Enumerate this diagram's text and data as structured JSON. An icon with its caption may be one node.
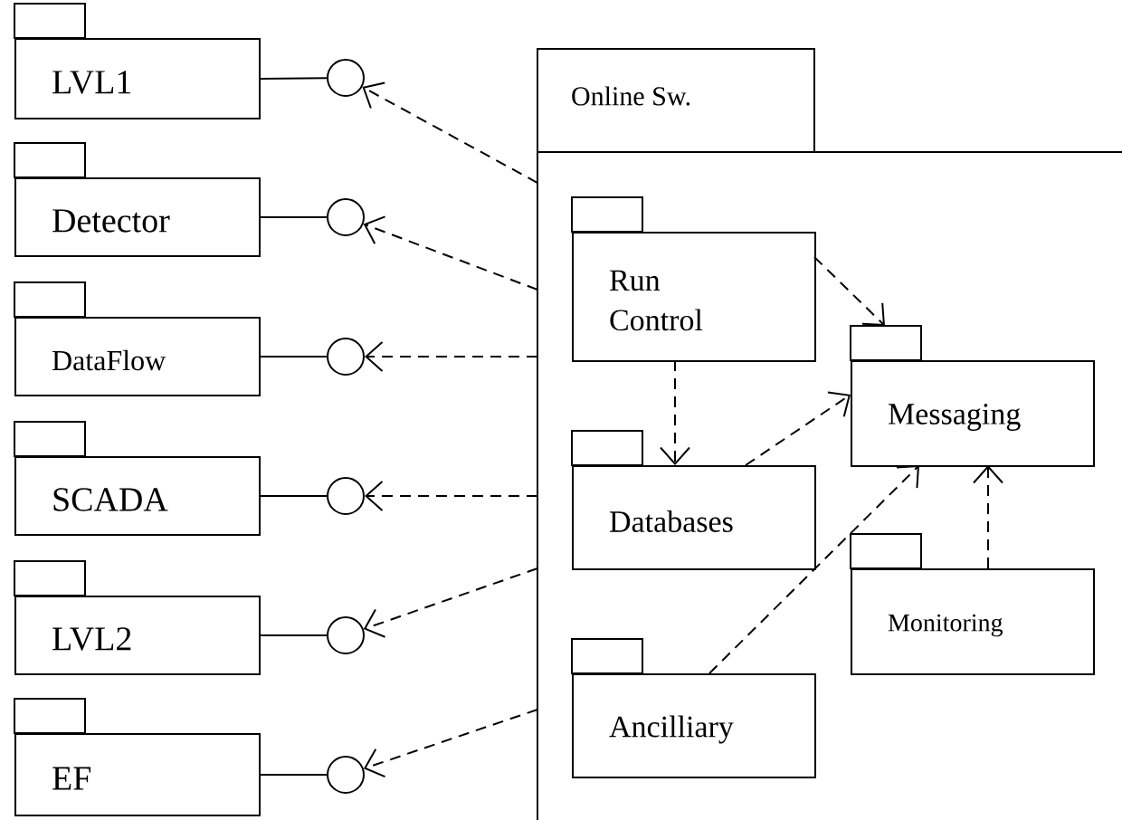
{
  "diagram": {
    "nodes": [
      {
        "text": [
          "LVL1"
        ]
      },
      {
        "text": [
          "Detector"
        ]
      },
      {
        "text": [
          "DataFlow"
        ]
      },
      {
        "text": [
          "SCADA"
        ]
      },
      {
        "text": [
          "LVL2"
        ]
      },
      {
        "text": [
          "EF"
        ]
      },
      {
        "text": [],
        "shape": "circle"
      },
      {
        "text": [],
        "shape": "circle"
      },
      {
        "text": [],
        "shape": "circle"
      },
      {
        "text": [],
        "shape": "circle"
      },
      {
        "text": [],
        "shape": "circle"
      },
      {
        "text": [],
        "shape": "circle"
      },
      {
        "text": [
          "Online Sw."
        ]
      },
      {
        "text": [
          "Run Control"
        ],
        "in": 12
      },
      {
        "text": [
          "Messaging"
        ],
        "in": 12
      },
      {
        "text": [
          "Databases"
        ],
        "in": 12
      },
      {
        "text": [
          "Monitoring"
        ],
        "in": 12
      },
      {
        "text": [
          "Ancilliary"
        ],
        "in": 12
      }
    ],
    "edges": [
      {
        "from": 0,
        "to": 6,
        "arrow": "none"
      },
      {
        "from": 1,
        "to": 7,
        "arrow": "none"
      },
      {
        "from": 2,
        "to": 8,
        "arrow": "none"
      },
      {
        "from": 3,
        "to": 9,
        "arrow": "none"
      },
      {
        "from": 4,
        "to": 10,
        "arrow": "none"
      },
      {
        "from": 5,
        "to": 11,
        "arrow": "none"
      },
      {
        "from": 12,
        "to": 6,
        "arrow": "to",
        "style": "dashed"
      },
      {
        "from": 12,
        "to": 7,
        "arrow": "to",
        "style": "dashed"
      },
      {
        "from": 12,
        "to": 8,
        "arrow": "to",
        "style": "dashed"
      },
      {
        "from": 12,
        "to": 9,
        "arrow": "to",
        "style": "dashed"
      },
      {
        "from": 12,
        "to": 10,
        "arrow": "to",
        "style": "dashed"
      },
      {
        "from": 12,
        "to": 11,
        "arrow": "to",
        "style": "dashed"
      },
      {
        "from": 13,
        "to": 14,
        "arrow": "to",
        "style": "dashed"
      },
      {
        "from": 13,
        "to": 15,
        "arrow": "to",
        "style": "dashed"
      },
      {
        "from": 15,
        "to": 14,
        "arrow": "to",
        "style": "dashed"
      },
      {
        "from": 17,
        "to": 14,
        "arrow": "to",
        "style": "dashed"
      },
      {
        "from": 16,
        "to": 14,
        "arrow": "to",
        "style": "dashed"
      }
    ]
  }
}
